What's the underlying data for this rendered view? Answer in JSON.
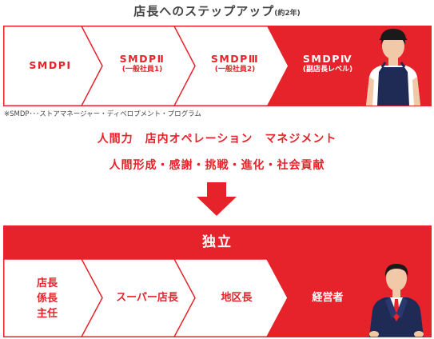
{
  "title": {
    "main": "店長へのステップアップ",
    "sub": "(約2年)"
  },
  "steps_top": [
    {
      "label": "SMDPⅠ",
      "note": ""
    },
    {
      "label": "SMDPⅡ",
      "note": "(一般社員1)"
    },
    {
      "label": "SMDPⅢ",
      "note": "(一般社員2)"
    },
    {
      "label": "SMDPⅣ",
      "note": "(副店長レベル)"
    }
  ],
  "footnote": "※SMDP･･･ストアマネージャー・ディベロプメント・プログラム",
  "skills": {
    "line1": "人間力　店内オペレーション　マネジメント",
    "line2": "人間形成・感謝・挑戦・進化・社会貢献"
  },
  "independence": "独立",
  "steps_bottom": [
    {
      "label": "店長\n係長\n主任"
    },
    {
      "label": "スーパー店長"
    },
    {
      "label": "地区長"
    },
    {
      "label": "経営者"
    }
  ],
  "colors": {
    "accent": "#e6232a",
    "border": "#e6232a",
    "text": "#444444"
  },
  "icons": {
    "worker": "apron-worker-icon",
    "executive": "businessman-icon"
  }
}
